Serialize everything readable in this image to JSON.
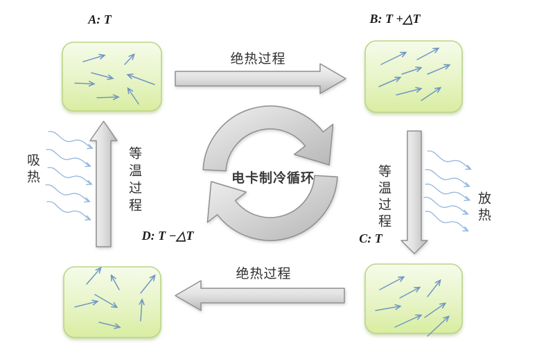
{
  "diagram": {
    "cycle_label": "电卡制冷循环",
    "nodes": {
      "a": {
        "label": "A: T",
        "dipoles": "disordered"
      },
      "b": {
        "label": "B: T +△T",
        "dipoles": "aligned"
      },
      "c": {
        "label": "C: T",
        "dipoles": "aligned"
      },
      "d": {
        "label": "D: T −△T",
        "dipoles": "disordered"
      }
    },
    "processes": {
      "top": {
        "label": "绝热过程"
      },
      "bottom": {
        "label": "绝热过程"
      },
      "left": {
        "label": "等温过程"
      },
      "right": {
        "label": "等温过程"
      }
    },
    "heat": {
      "absorb_label": "吸热",
      "release_label": "放热"
    },
    "colors": {
      "box_fill_top": "#f5fbea",
      "box_fill_bottom": "#d8eda0",
      "box_border": "#bcd488",
      "process_arrow_light": "#f2f2f2",
      "process_arrow_dark": "#b9b9b9",
      "process_arrow_border": "#8f8f8f",
      "dipole_arrow": "#6f96c2",
      "heat_wave": "#92b5dc",
      "text": "#2f2f2f",
      "background": "#ffffff"
    }
  }
}
